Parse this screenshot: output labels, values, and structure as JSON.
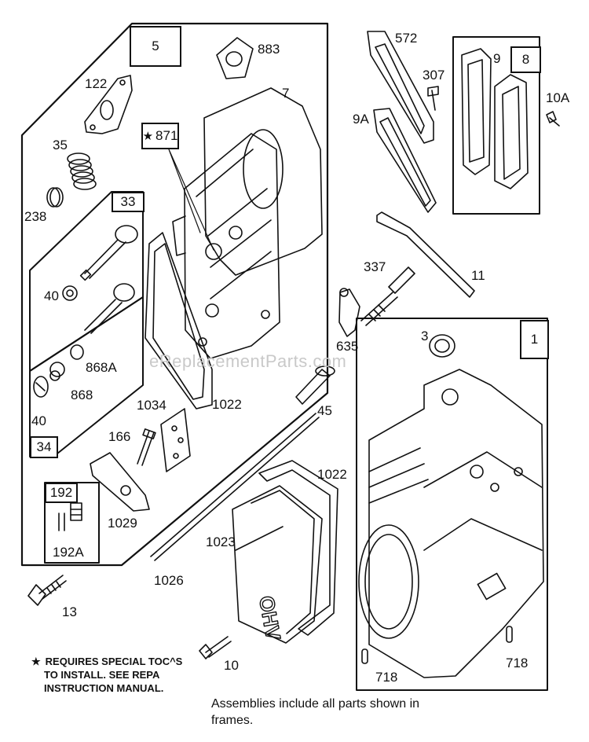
{
  "frames": {
    "f5": "5",
    "f33": "33",
    "f34": "34",
    "f192": "192",
    "f8": "8",
    "f1": "1"
  },
  "parts": {
    "p883": "883",
    "p7": "7",
    "p122": "122",
    "p871": "871",
    "p35": "35",
    "p238": "238",
    "p40a": "40",
    "p868a": "868A",
    "p868": "868",
    "p40b": "40",
    "p1034": "1034",
    "p1022a": "1022",
    "p166": "166",
    "p1029": "1029",
    "p192a": "192A",
    "p572": "572",
    "p307": "307",
    "p9a": "9A",
    "p9": "9",
    "p10a": "10A",
    "p11": "11",
    "p337": "337",
    "p635": "635",
    "p45": "45",
    "p3": "3",
    "p1022b": "1022",
    "p1023": "1023",
    "p1026": "1026",
    "p13": "13",
    "p10": "10",
    "p718a": "718",
    "p718b": "718"
  },
  "star_glyph": "★",
  "note": {
    "line1": "REQUIRES SPECIAL TOC^S",
    "line2": "TO INSTALL.  SEE REPA",
    "line3": "INSTRUCTION MANUAL."
  },
  "caption": {
    "line1": "Assemblies include all parts shown in",
    "line2": "frames."
  },
  "watermark": "eReplacementParts.com",
  "valve_cover_text": "OHV"
}
